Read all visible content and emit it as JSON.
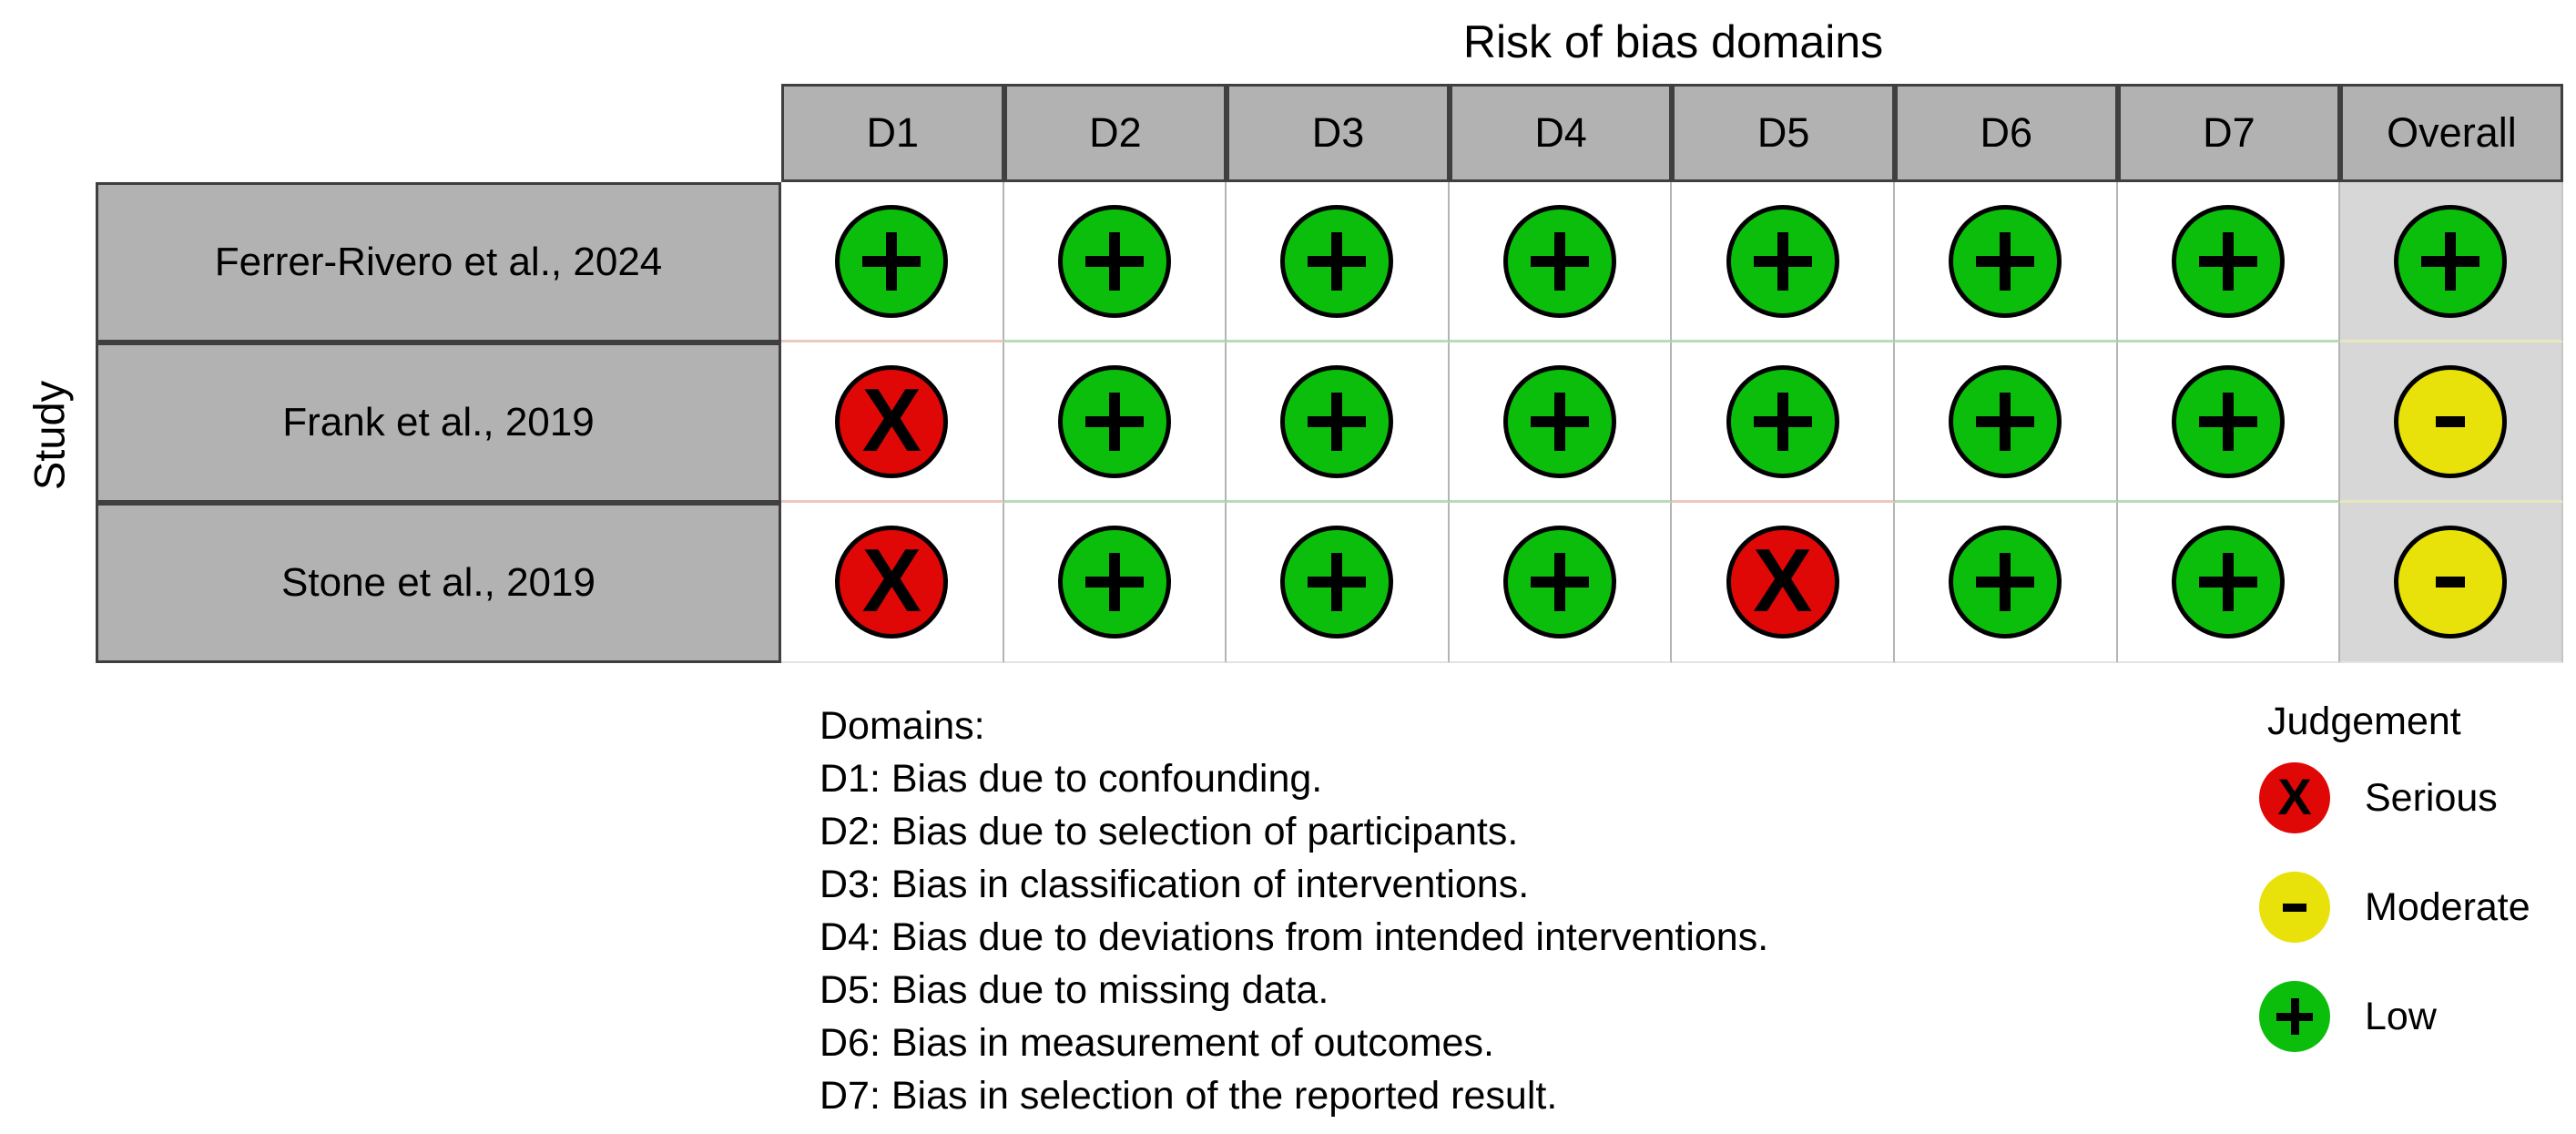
{
  "chart_data": {
    "type": "table",
    "variant": "risk-of-bias-traffic-light",
    "title": "Risk of bias domains",
    "ylabel": "Study",
    "columns": [
      "D1",
      "D2",
      "D3",
      "D4",
      "D5",
      "D6",
      "D7",
      "Overall"
    ],
    "rows": [
      {
        "study": "Ferrer-Rivero et al., 2024",
        "values": [
          "low",
          "low",
          "low",
          "low",
          "low",
          "low",
          "low",
          "low"
        ]
      },
      {
        "study": "Frank et al., 2019",
        "values": [
          "serious",
          "low",
          "low",
          "low",
          "low",
          "low",
          "low",
          "moderate"
        ]
      },
      {
        "study": "Stone et al., 2019",
        "values": [
          "serious",
          "low",
          "low",
          "low",
          "serious",
          "low",
          "low",
          "moderate"
        ]
      }
    ],
    "judgement_levels": {
      "low": {
        "label": "Low",
        "symbol": "+",
        "color": "#0cbe0c"
      },
      "moderate": {
        "label": "Moderate",
        "symbol": "-",
        "color": "#e8e10a"
      },
      "serious": {
        "label": "Serious",
        "symbol": "X",
        "color": "#e00707"
      }
    },
    "legend_position": "bottom"
  },
  "legend": {
    "domains": {
      "heading": "Domains:",
      "items": [
        "D1: Bias due to confounding.",
        "D2: Bias due to selection of participants.",
        "D3: Bias in classification of interventions.",
        "D4: Bias due to deviations from intended interventions.",
        "D5: Bias due to missing data.",
        "D6: Bias in measurement of outcomes.",
        "D7: Bias in selection of the reported result."
      ]
    },
    "judgement": {
      "heading": "Judgement",
      "entries": [
        {
          "level": "serious",
          "label": "Serious"
        },
        {
          "level": "moderate",
          "label": "Moderate"
        },
        {
          "level": "low",
          "label": "Low"
        }
      ]
    }
  },
  "colors": {
    "header_gray": "#b2b2b2",
    "overall_column_bg": "#d7d7d7",
    "grid_dark_border": "#3f3f3f",
    "grid_light_line": "#b4b4b4",
    "circle_outline": "#000000",
    "row_separator_tints": {
      "low": "#b8dbb8",
      "moderate": "#e7e7bd",
      "serious": "#ecc8c0"
    }
  }
}
